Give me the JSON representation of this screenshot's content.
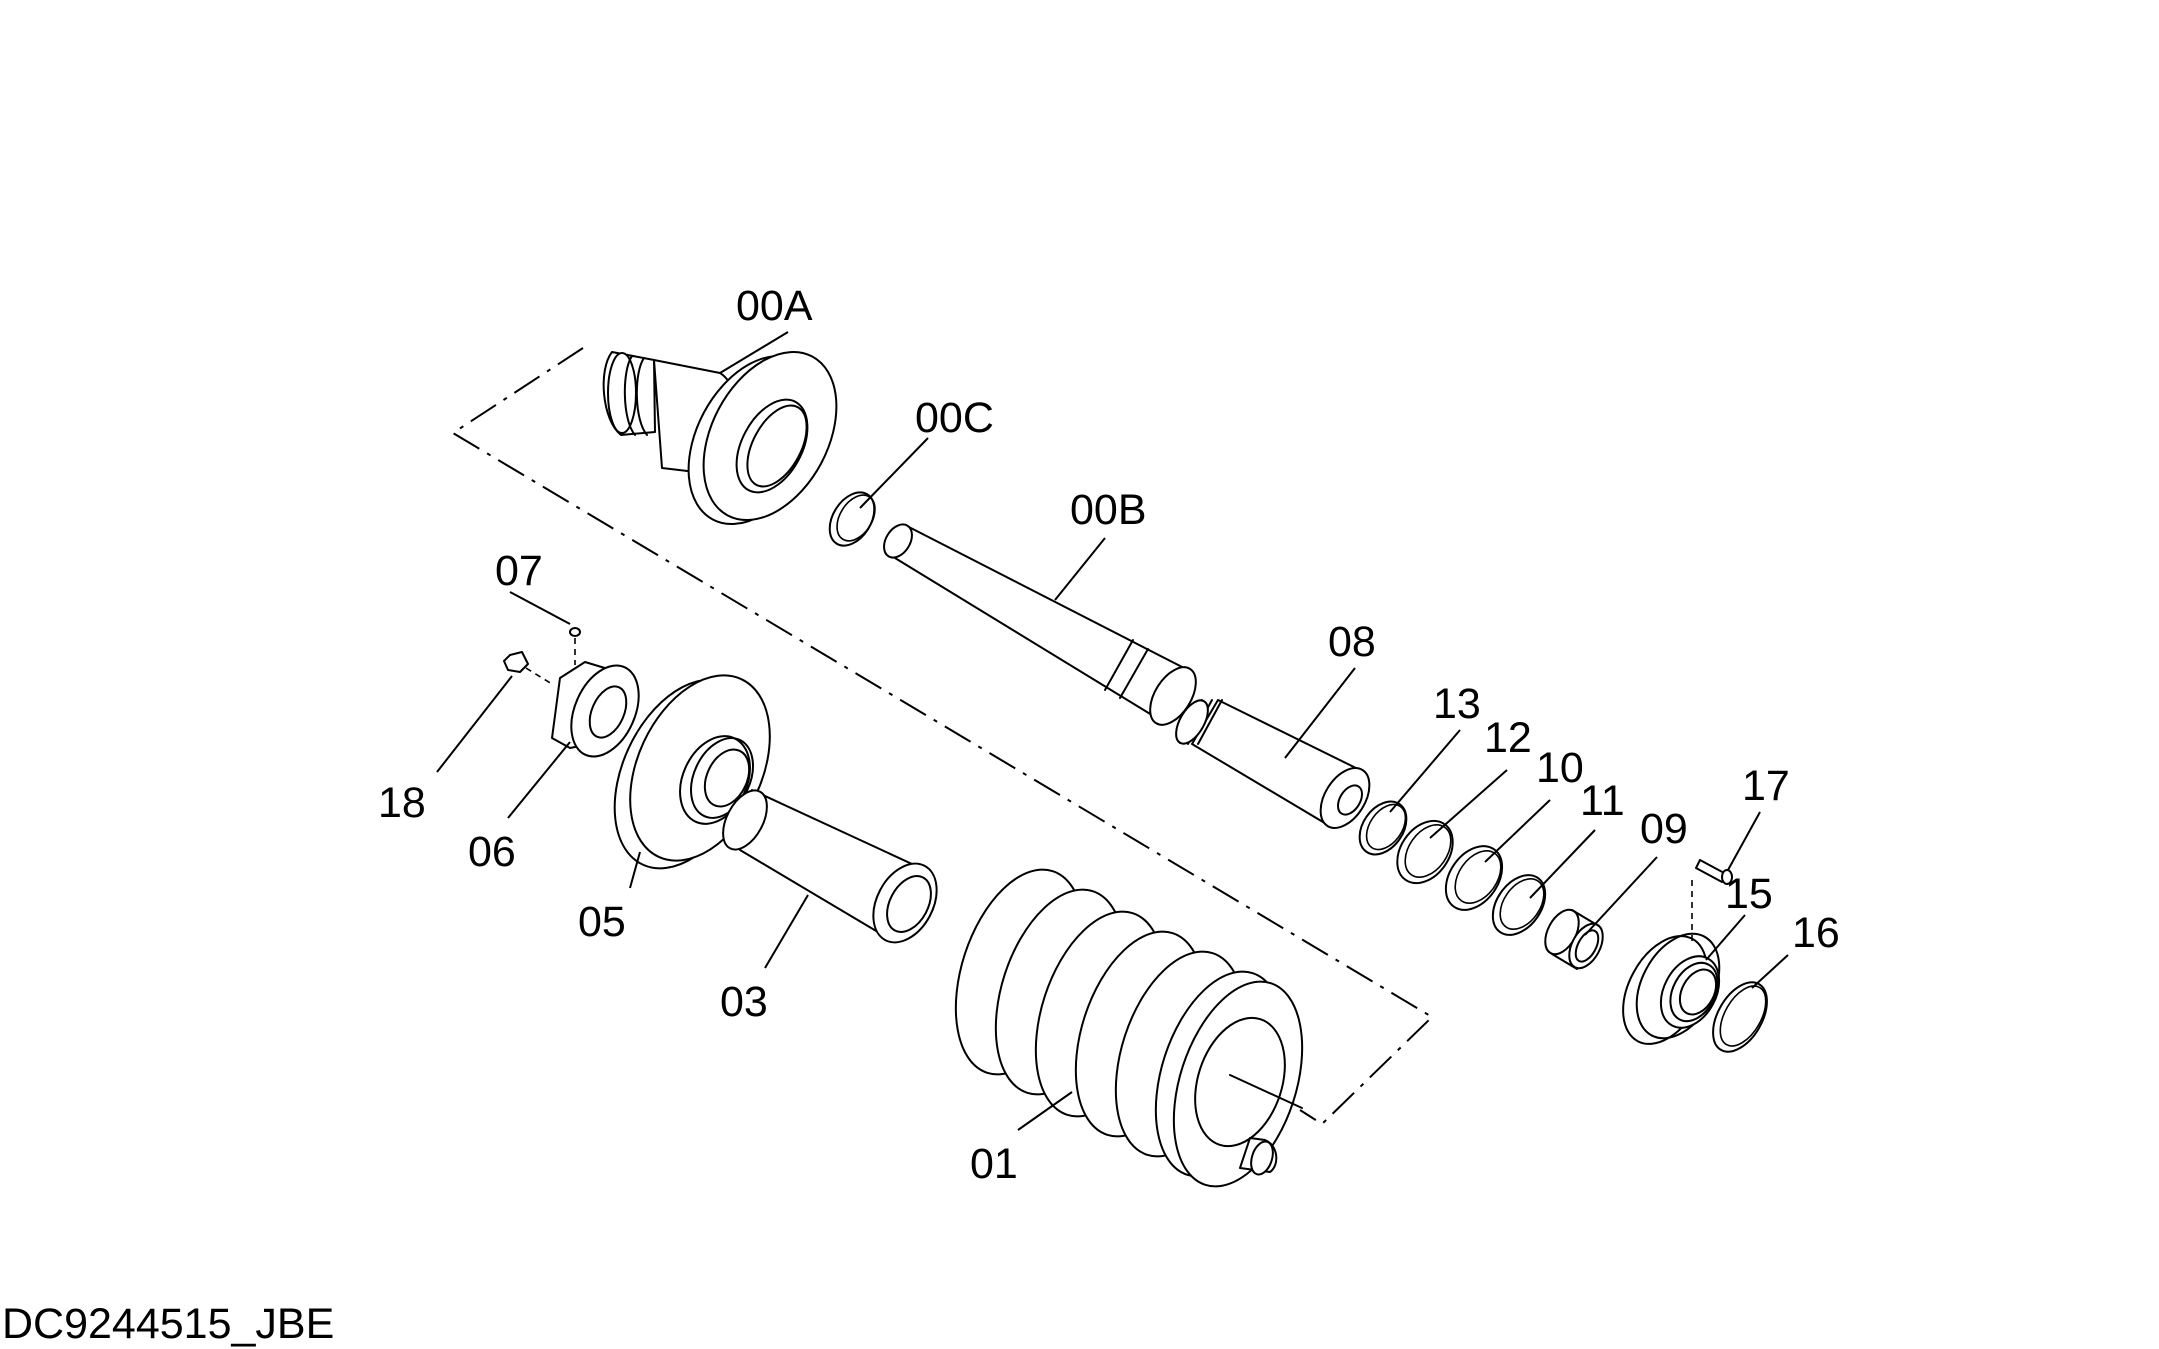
{
  "drawing_code": "DC9244515_JBE",
  "part_labels": {
    "p00A": "00A",
    "p00C": "00C",
    "p00B": "00B",
    "p07": "07",
    "p08": "08",
    "p13": "13",
    "p12": "12",
    "p10": "10",
    "p11": "11",
    "p09": "09",
    "p17": "17",
    "p15": "15",
    "p16": "16",
    "p18": "18",
    "p06": "06",
    "p05": "05",
    "p03": "03",
    "p01": "01"
  }
}
